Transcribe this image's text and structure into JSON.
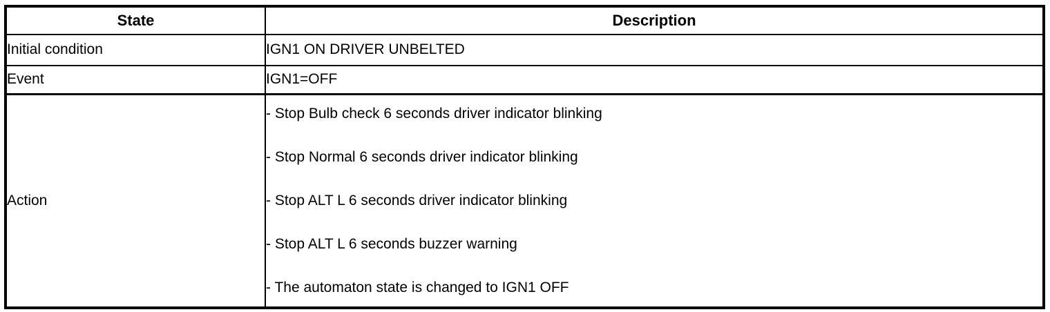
{
  "table": {
    "header": {
      "state": "State",
      "description": "Description"
    },
    "rows": {
      "initial_condition": {
        "label": "Initial condition",
        "value": "IGN1 ON DRIVER UNBELTED"
      },
      "event": {
        "label": "Event",
        "value": "IGN1=OFF"
      },
      "action": {
        "label": "Action",
        "items": [
          "- Stop Bulb check 6 seconds driver indicator blinking",
          "- Stop Normal 6 seconds driver indicator blinking",
          "- Stop ALT L 6 seconds driver indicator blinking",
          "- Stop ALT L 6 seconds buzzer warning",
          "- The automaton state is changed to IGN1 OFF"
        ]
      }
    }
  },
  "colors": {
    "border": "#000000",
    "text": "#000000",
    "background": "#ffffff"
  }
}
